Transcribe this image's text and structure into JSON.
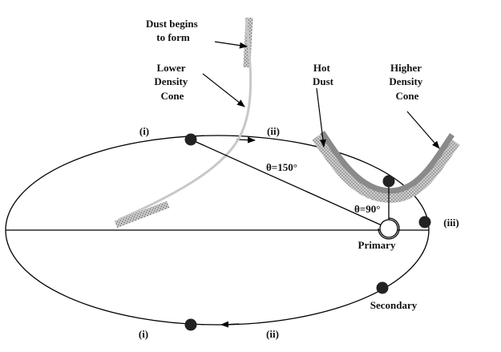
{
  "labels": {
    "dust_begins_line1": "Dust begins",
    "dust_begins_line2": "to form",
    "lower_density_line1": "Lower",
    "lower_density_line2": "Density",
    "lower_density_line3": "Cone",
    "hot_dust_line1": "Hot",
    "hot_dust_line2": "Dust",
    "higher_density_line1": "Higher",
    "higher_density_line2": "Density",
    "higher_density_line3": "Cone",
    "theta_150": "θ=150°",
    "theta_90": "θ=90°",
    "primary": "Primary",
    "secondary": "Secondary",
    "phase_i_top": "(i)",
    "phase_ii_top": "(ii)",
    "phase_iii": "(iii)",
    "phase_i_bottom": "(i)",
    "phase_ii_bottom": "(ii)"
  },
  "colors": {
    "orbit": "#000000",
    "secondary_star": "#222222",
    "primary_star": "#ffffff",
    "low_density_cone": "#c8c8c8",
    "high_density_cone": "#8a8a8a",
    "dust_stipple": "#bdbdbd"
  }
}
